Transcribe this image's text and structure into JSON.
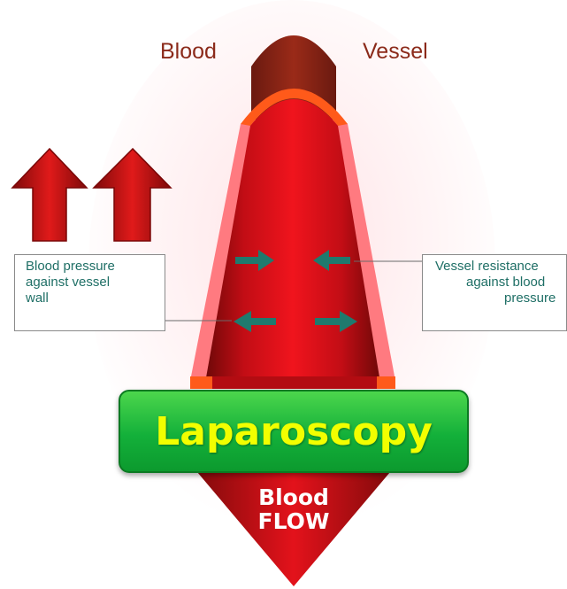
{
  "titles": {
    "left": "Blood",
    "right": "Vessel"
  },
  "callouts": {
    "pressure_line1": "Blood pressure",
    "pressure_line2": "against vessel",
    "pressure_line3": "wall",
    "resistance_line1": "Vessel resistance",
    "resistance_line2": "against blood",
    "resistance_line3": "pressure"
  },
  "banner": {
    "text": "Laparoscopy"
  },
  "flow": {
    "line1": "Blood",
    "line2": "FLOW"
  },
  "colors": {
    "title": "#8b2a1a",
    "callout_text": "#1f6f66",
    "banner_fill": "#13b03a",
    "banner_text": "#f2ff00",
    "vessel_dark": "#7a1010",
    "vessel_bright": "#e8101a",
    "vessel_wall": "#ff7a80",
    "arrow_teal": "#1f7a6e"
  }
}
